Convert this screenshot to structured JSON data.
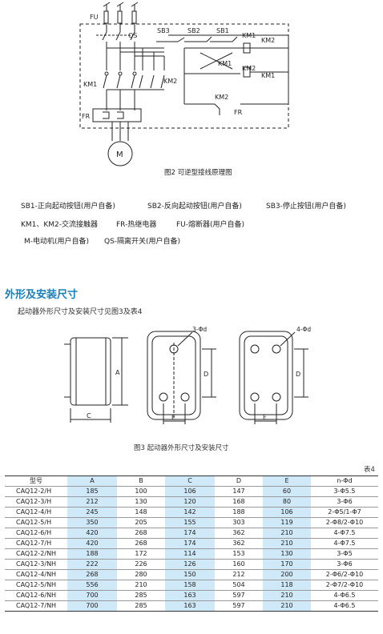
{
  "circuit": {
    "labels": {
      "fu": "FU",
      "qs": "QS",
      "km1": "KM1",
      "km2": "KM2",
      "fr": "FR",
      "motor": "M",
      "sb1": "SB1",
      "sb2": "SB2",
      "sb3": "SB3"
    },
    "caption": "图2 可逆型接线原理图"
  },
  "legend": {
    "line1": [
      "SB1-正向起动按钮(用户自备)",
      "SB2-反向起动按钮(用户自备)",
      "SB3-停止按钮(用户自备)"
    ],
    "line2": [
      "KM1、KM2-交流接触器",
      "FR-热继电器",
      "FU-熔断器(用户自备)"
    ],
    "line3": [
      "M-电动机(用户自备)",
      "QS-隔离开关(用户自备)"
    ]
  },
  "section": {
    "title": "外形及安装尺寸",
    "subtitle": "起动器外形尺寸及安装尺寸见图3及表4"
  },
  "drawings": {
    "holes3": "3-Φd",
    "holes4": "4-Φd",
    "dim_a": "A",
    "dim_c": "C",
    "dim_d": "D",
    "dim_e": "E"
  },
  "figure_caption": "图3 起动器外形尺寸及安装尺寸",
  "table_label": "表4",
  "table": {
    "headers": [
      "型号",
      "A",
      "B",
      "C",
      "D",
      "E",
      "n-Φd"
    ],
    "rows": [
      [
        "CAQ12-2/H",
        "185",
        "100",
        "106",
        "147",
        "60",
        "3-Φ5.5"
      ],
      [
        "CAQ12-3/H",
        "212",
        "130",
        "120",
        "168",
        "80",
        "3-Φ6"
      ],
      [
        "CAQ12-4/H",
        "245",
        "148",
        "142",
        "188",
        "106",
        "2-Φ5/1-Φ7"
      ],
      [
        "CAQ12-5/H",
        "350",
        "205",
        "155",
        "303",
        "119",
        "2-Φ8/2-Φ10"
      ],
      [
        "CAQ12-6/H",
        "420",
        "268",
        "174",
        "362",
        "210",
        "4-Φ7.5"
      ],
      [
        "CAQ12-7/H",
        "420",
        "268",
        "174",
        "362",
        "210",
        "4-Φ7.5"
      ],
      [
        "CAQ12-2/NH",
        "188",
        "172",
        "114",
        "153",
        "130",
        "3-Φ5"
      ],
      [
        "CAQ12-3/NH",
        "222",
        "226",
        "126",
        "160",
        "170",
        "3-Φ6"
      ],
      [
        "CAQ12-4/NH",
        "268",
        "280",
        "150",
        "212",
        "200",
        "2-Φ6/2-Φ10"
      ],
      [
        "CAQ12-5/NH",
        "556",
        "210",
        "158",
        "504",
        "118",
        "2-Φ7/2-Φ10"
      ],
      [
        "CAQ12-6/NH",
        "700",
        "285",
        "163",
        "597",
        "210",
        "4-Φ6.5"
      ],
      [
        "CAQ12-7/NH",
        "700",
        "285",
        "163",
        "597",
        "210",
        "4-Φ6.5"
      ]
    ]
  }
}
